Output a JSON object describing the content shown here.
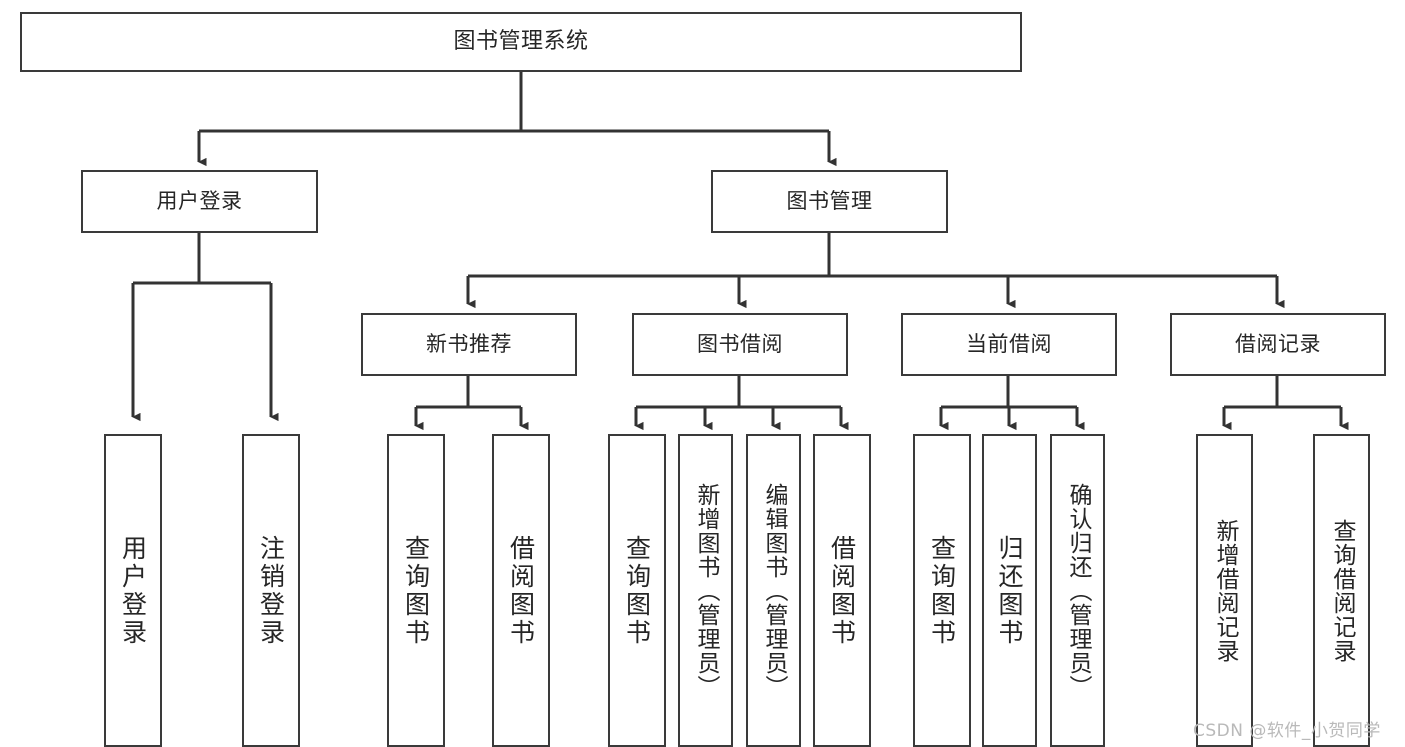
{
  "diagram": {
    "type": "tree",
    "title": "图书管理系统",
    "orientation": "top-down",
    "colors": {
      "box_border": "#3a3a3a",
      "box_fill": "#ffffff",
      "edge": "#333333",
      "text": "#262626",
      "watermark": "#b9b9b9",
      "background": "#ffffff"
    },
    "root": {
      "label": "图书管理系统"
    },
    "level2": [
      {
        "label": "用户登录"
      },
      {
        "label": "图书管理"
      }
    ],
    "level3": [
      {
        "label": "新书推荐"
      },
      {
        "label": "图书借阅"
      },
      {
        "label": "当前借阅"
      },
      {
        "label": "借阅记录"
      }
    ],
    "leaves": {
      "user_login": [
        {
          "label": "用户登录"
        },
        {
          "label": "注销登录"
        }
      ],
      "new_book": [
        {
          "label": "查询图书"
        },
        {
          "label": "借阅图书"
        }
      ],
      "book_borrow": [
        {
          "label": "查询图书"
        },
        {
          "label": "新增图书（管理员）"
        },
        {
          "label": "编辑图书（管理员）"
        },
        {
          "label": "借阅图书"
        }
      ],
      "current_borrow": [
        {
          "label": "查询图书"
        },
        {
          "label": "归还图书"
        },
        {
          "label": "确认归还（管理员）"
        }
      ],
      "borrow_record": [
        {
          "label": "新增借阅记录"
        },
        {
          "label": "查询借阅记录"
        }
      ]
    }
  },
  "watermark": {
    "text": "CSDN @软件_小贺同学"
  }
}
